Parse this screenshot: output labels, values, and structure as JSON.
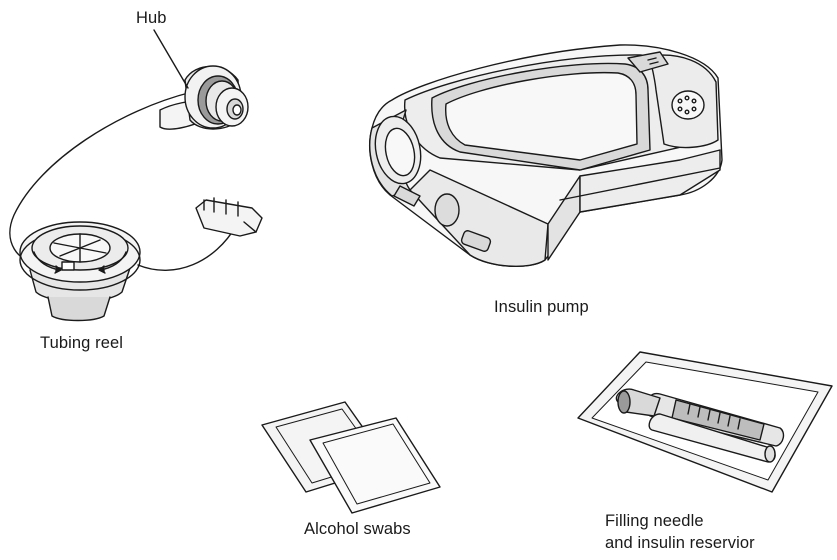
{
  "labels": {
    "hub": "Hub",
    "tubing_reel": "Tubing reel",
    "insulin_pump": "Insulin pump",
    "alcohol_swabs": "Alcohol swabs",
    "filling_needle_line1": "Filling needle",
    "filling_needle_line2": "and insulin reservior"
  },
  "colors": {
    "ink": "#1a1a1a",
    "fill_light": "#f4f4f4",
    "fill_mid": "#d9d9d9",
    "fill_dark": "#9a9a9a"
  }
}
